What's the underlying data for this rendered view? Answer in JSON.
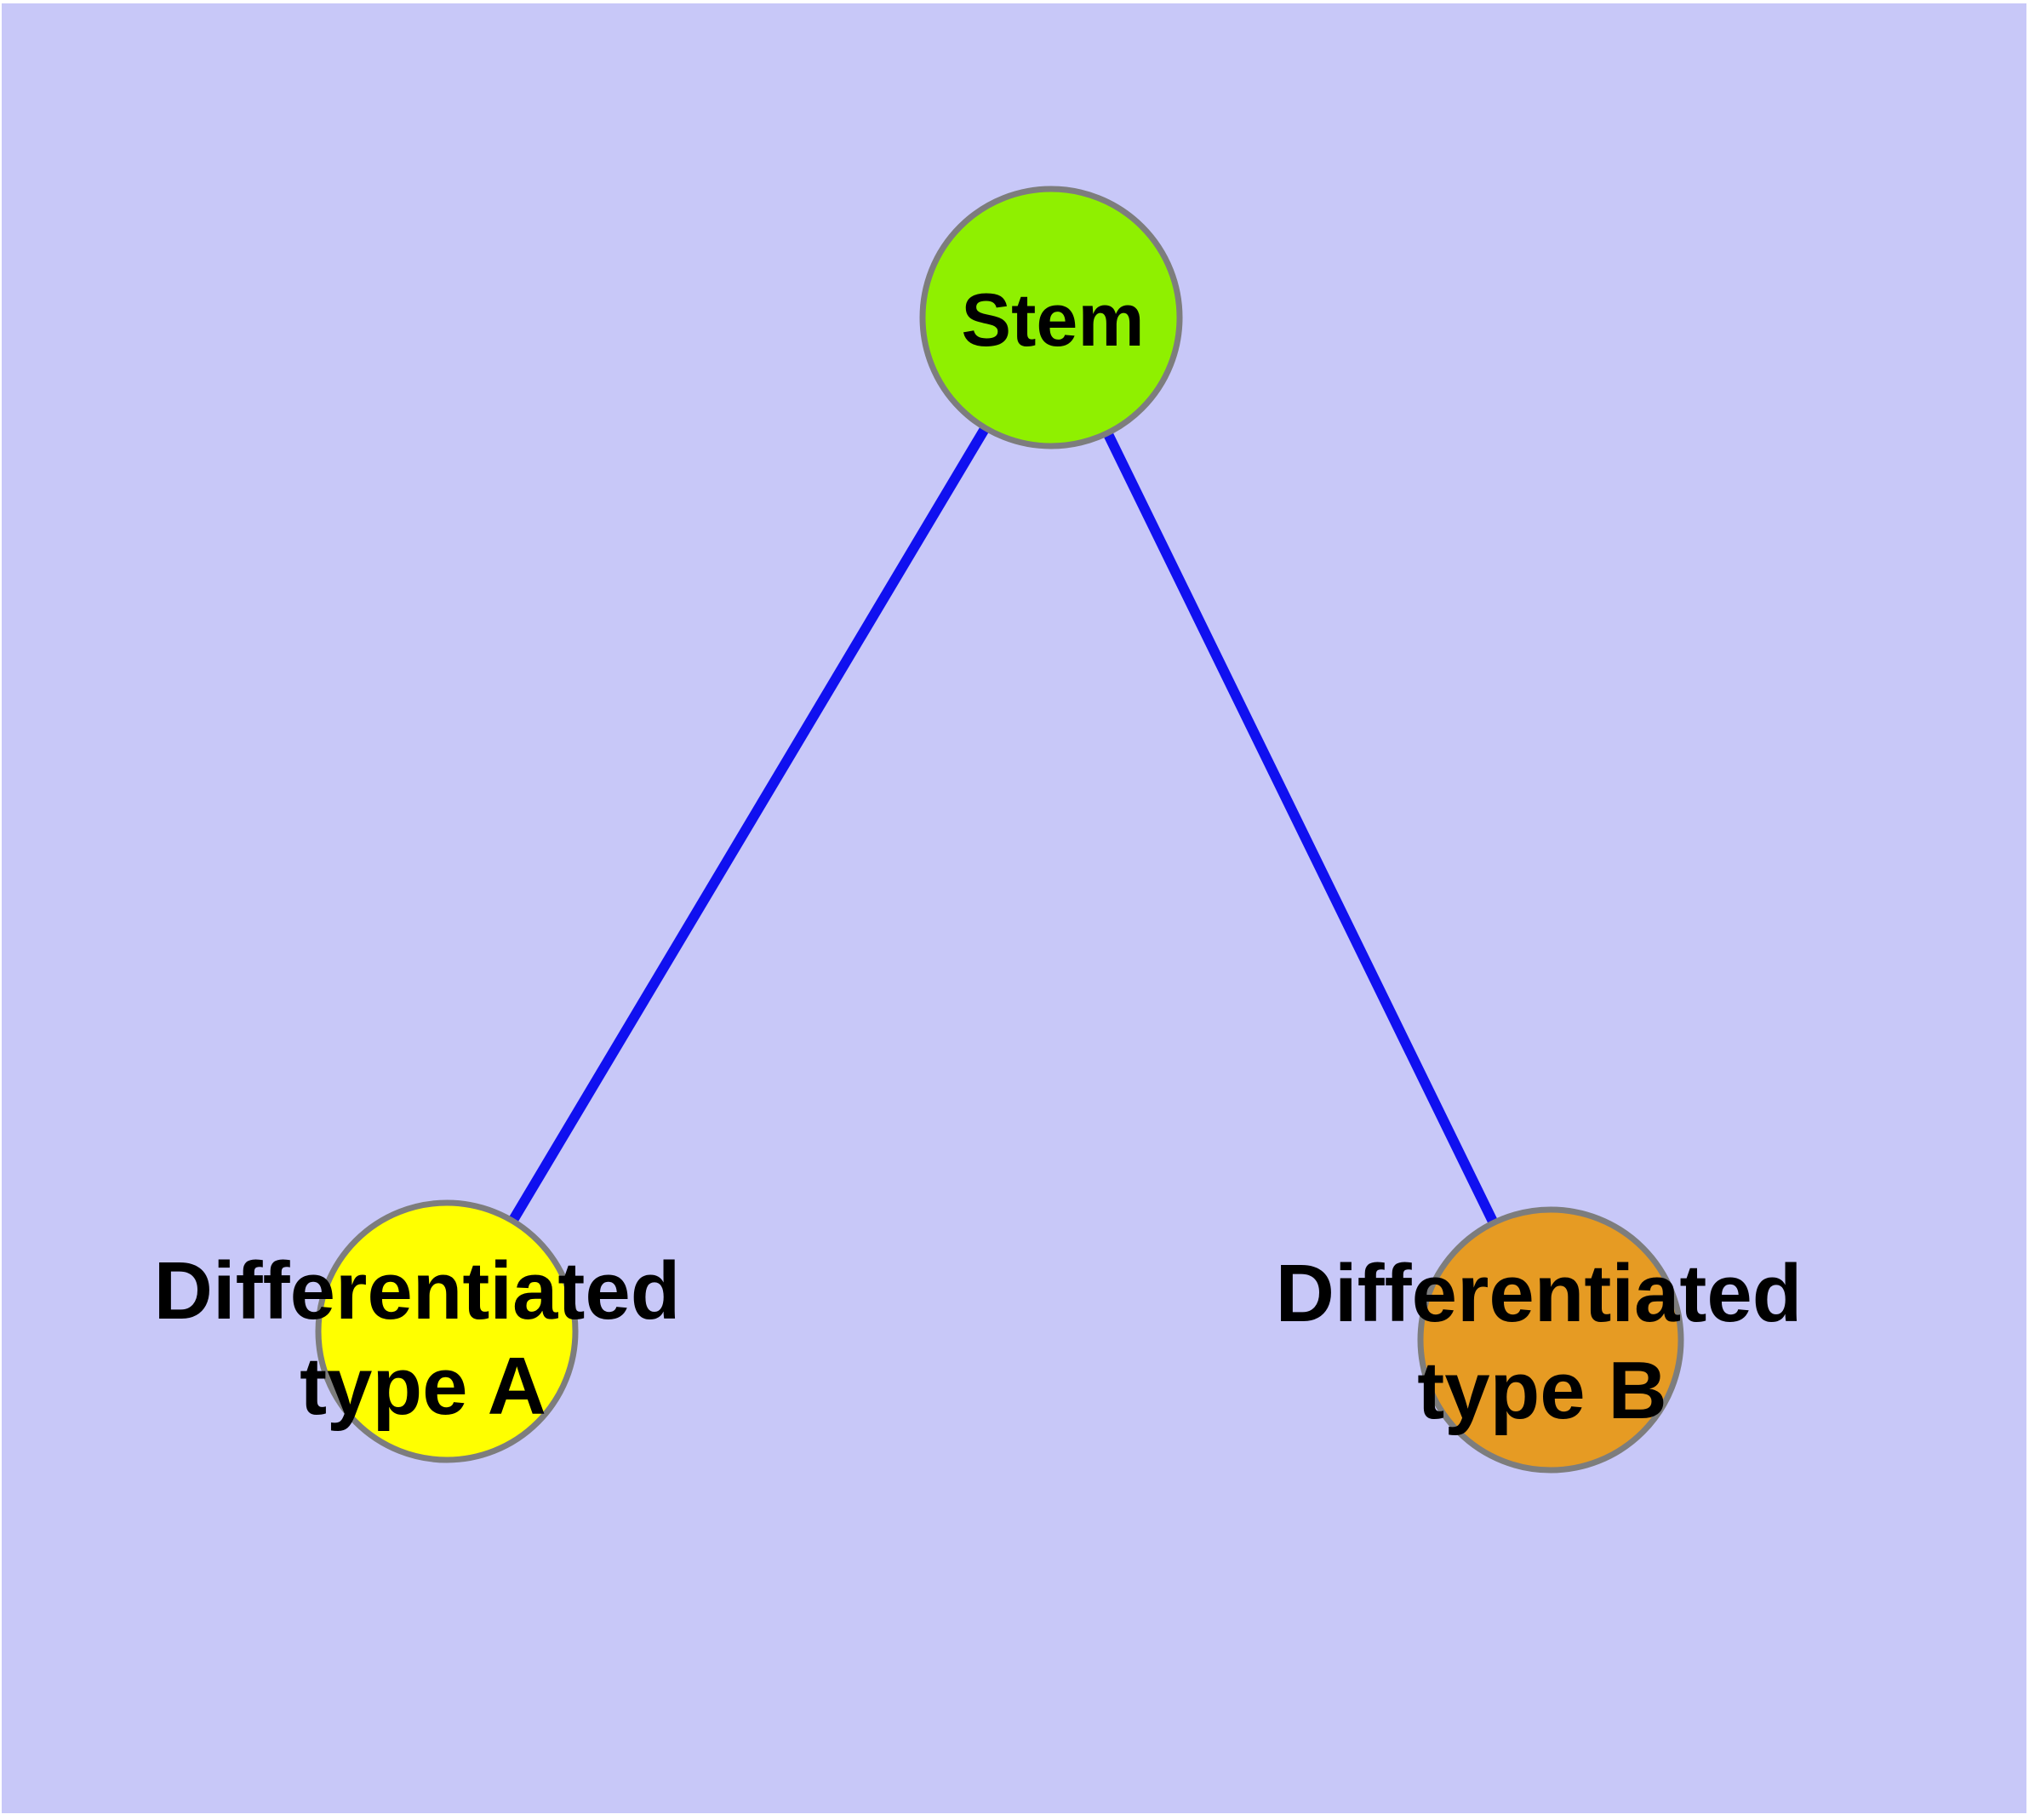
{
  "diagram": {
    "background_color": "#c8c8f8",
    "outer_margin_color": "#ffffff",
    "edge_color": "#1010f0",
    "node_border_color": "#7d7d7d",
    "text_color": "#000000",
    "nodes": {
      "stem": {
        "label": "Stem",
        "fill": "#8ff000"
      },
      "type_a": {
        "label_line1": "Differentiated",
        "label_line2": "type A",
        "fill": "#ffff00"
      },
      "type_b": {
        "label_line1": "Differentiated",
        "label_line2": "type B",
        "fill": "#e69b23"
      }
    },
    "edges": [
      {
        "from": "Stem",
        "to": "Differentiated type A"
      },
      {
        "from": "Stem",
        "to": "Differentiated type B"
      }
    ]
  }
}
